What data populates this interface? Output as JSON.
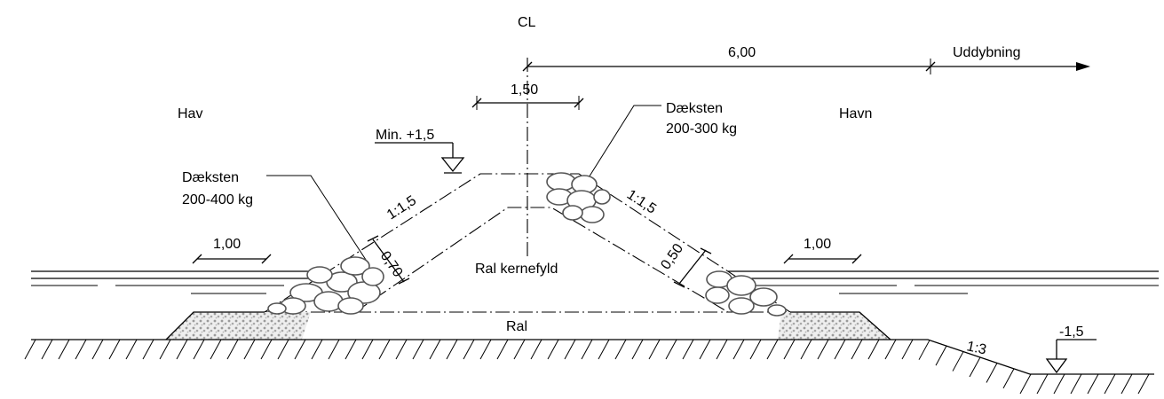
{
  "labels": {
    "centerline": "CL",
    "dim_top": "6,00",
    "dredging": "Uddybning",
    "crest_width": "1,50",
    "sea": "Hav",
    "harbour": "Havn",
    "min_level": "Min. +1,5",
    "armour_right_title": "Dæksten",
    "armour_right_weight": "200-300 kg",
    "armour_left_title": "Dæksten",
    "armour_left_weight": "200-400 kg",
    "slope_left": "1:1,5",
    "slope_right": "1:1,5",
    "thickness_left": "0,70",
    "thickness_right": "0,50",
    "berm_left": "1,00",
    "berm_right": "1,00",
    "core": "Ral kernefyld",
    "base": "Ral",
    "slope_bottom": "1:3",
    "depth_level": "-1,5"
  }
}
